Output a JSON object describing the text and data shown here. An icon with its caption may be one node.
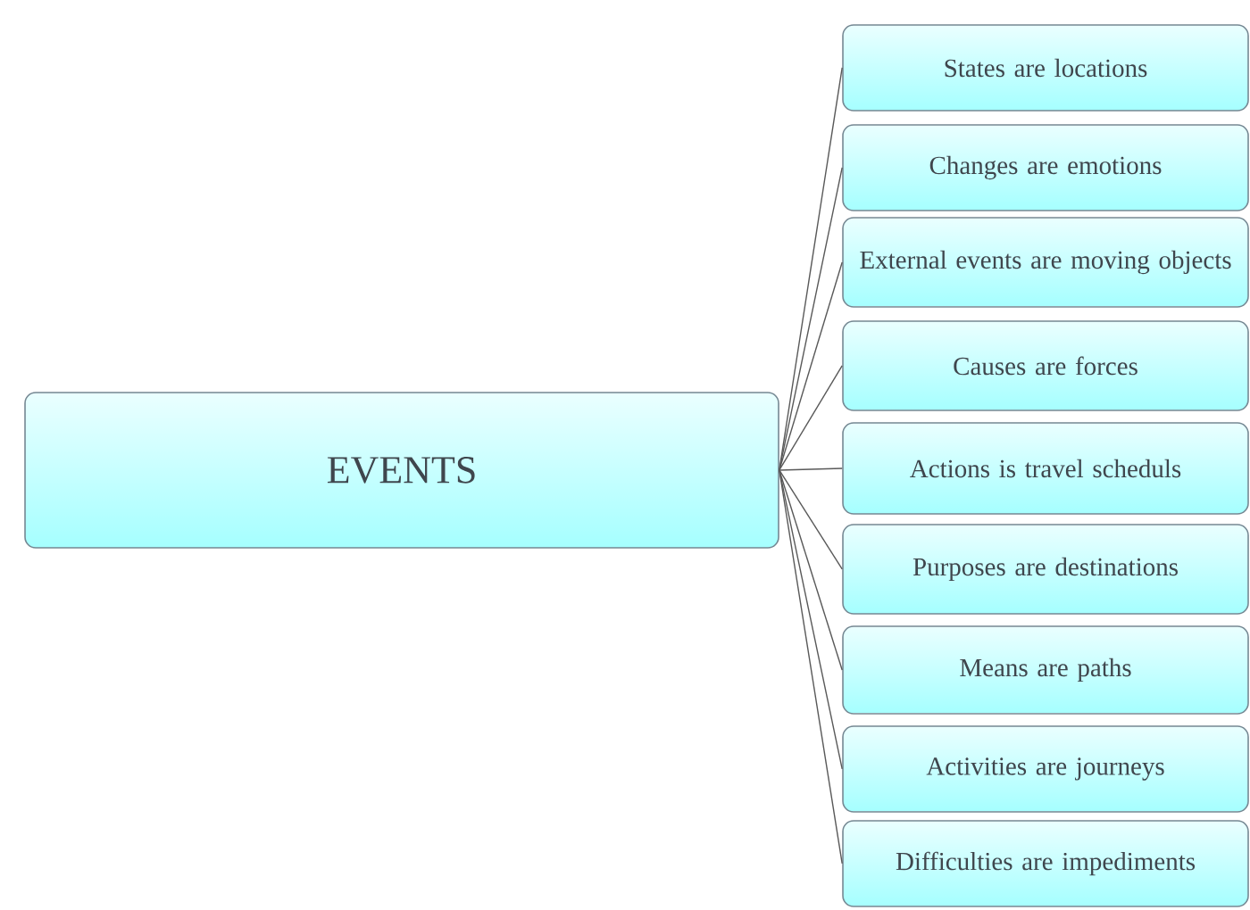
{
  "diagram": {
    "nodes": [
      {
        "text": [
          "EVENTS"
        ]
      },
      {
        "text": [
          "States are locations"
        ]
      },
      {
        "text": [
          "Changes are emotions"
        ]
      },
      {
        "text": [
          "External events are moving objects"
        ]
      },
      {
        "text": [
          "Causes are forces"
        ]
      },
      {
        "text": [
          "Actions is travel scheduls"
        ]
      },
      {
        "text": [
          "Purposes are destinations"
        ]
      },
      {
        "text": [
          "Means are paths"
        ]
      },
      {
        "text": [
          "Activities are journeys"
        ]
      },
      {
        "text": [
          "Difficulties are impediments"
        ]
      }
    ],
    "edges": [
      {
        "from": 0,
        "to": 1,
        "arrow": "none"
      },
      {
        "from": 0,
        "to": 2,
        "arrow": "none"
      },
      {
        "from": 0,
        "to": 3,
        "arrow": "none"
      },
      {
        "from": 0,
        "to": 4,
        "arrow": "none"
      },
      {
        "from": 0,
        "to": 5,
        "arrow": "none"
      },
      {
        "from": 0,
        "to": 6,
        "arrow": "none"
      },
      {
        "from": 0,
        "to": 7,
        "arrow": "none"
      },
      {
        "from": 0,
        "to": 8,
        "arrow": "none"
      },
      {
        "from": 0,
        "to": 9,
        "arrow": "none"
      }
    ]
  }
}
